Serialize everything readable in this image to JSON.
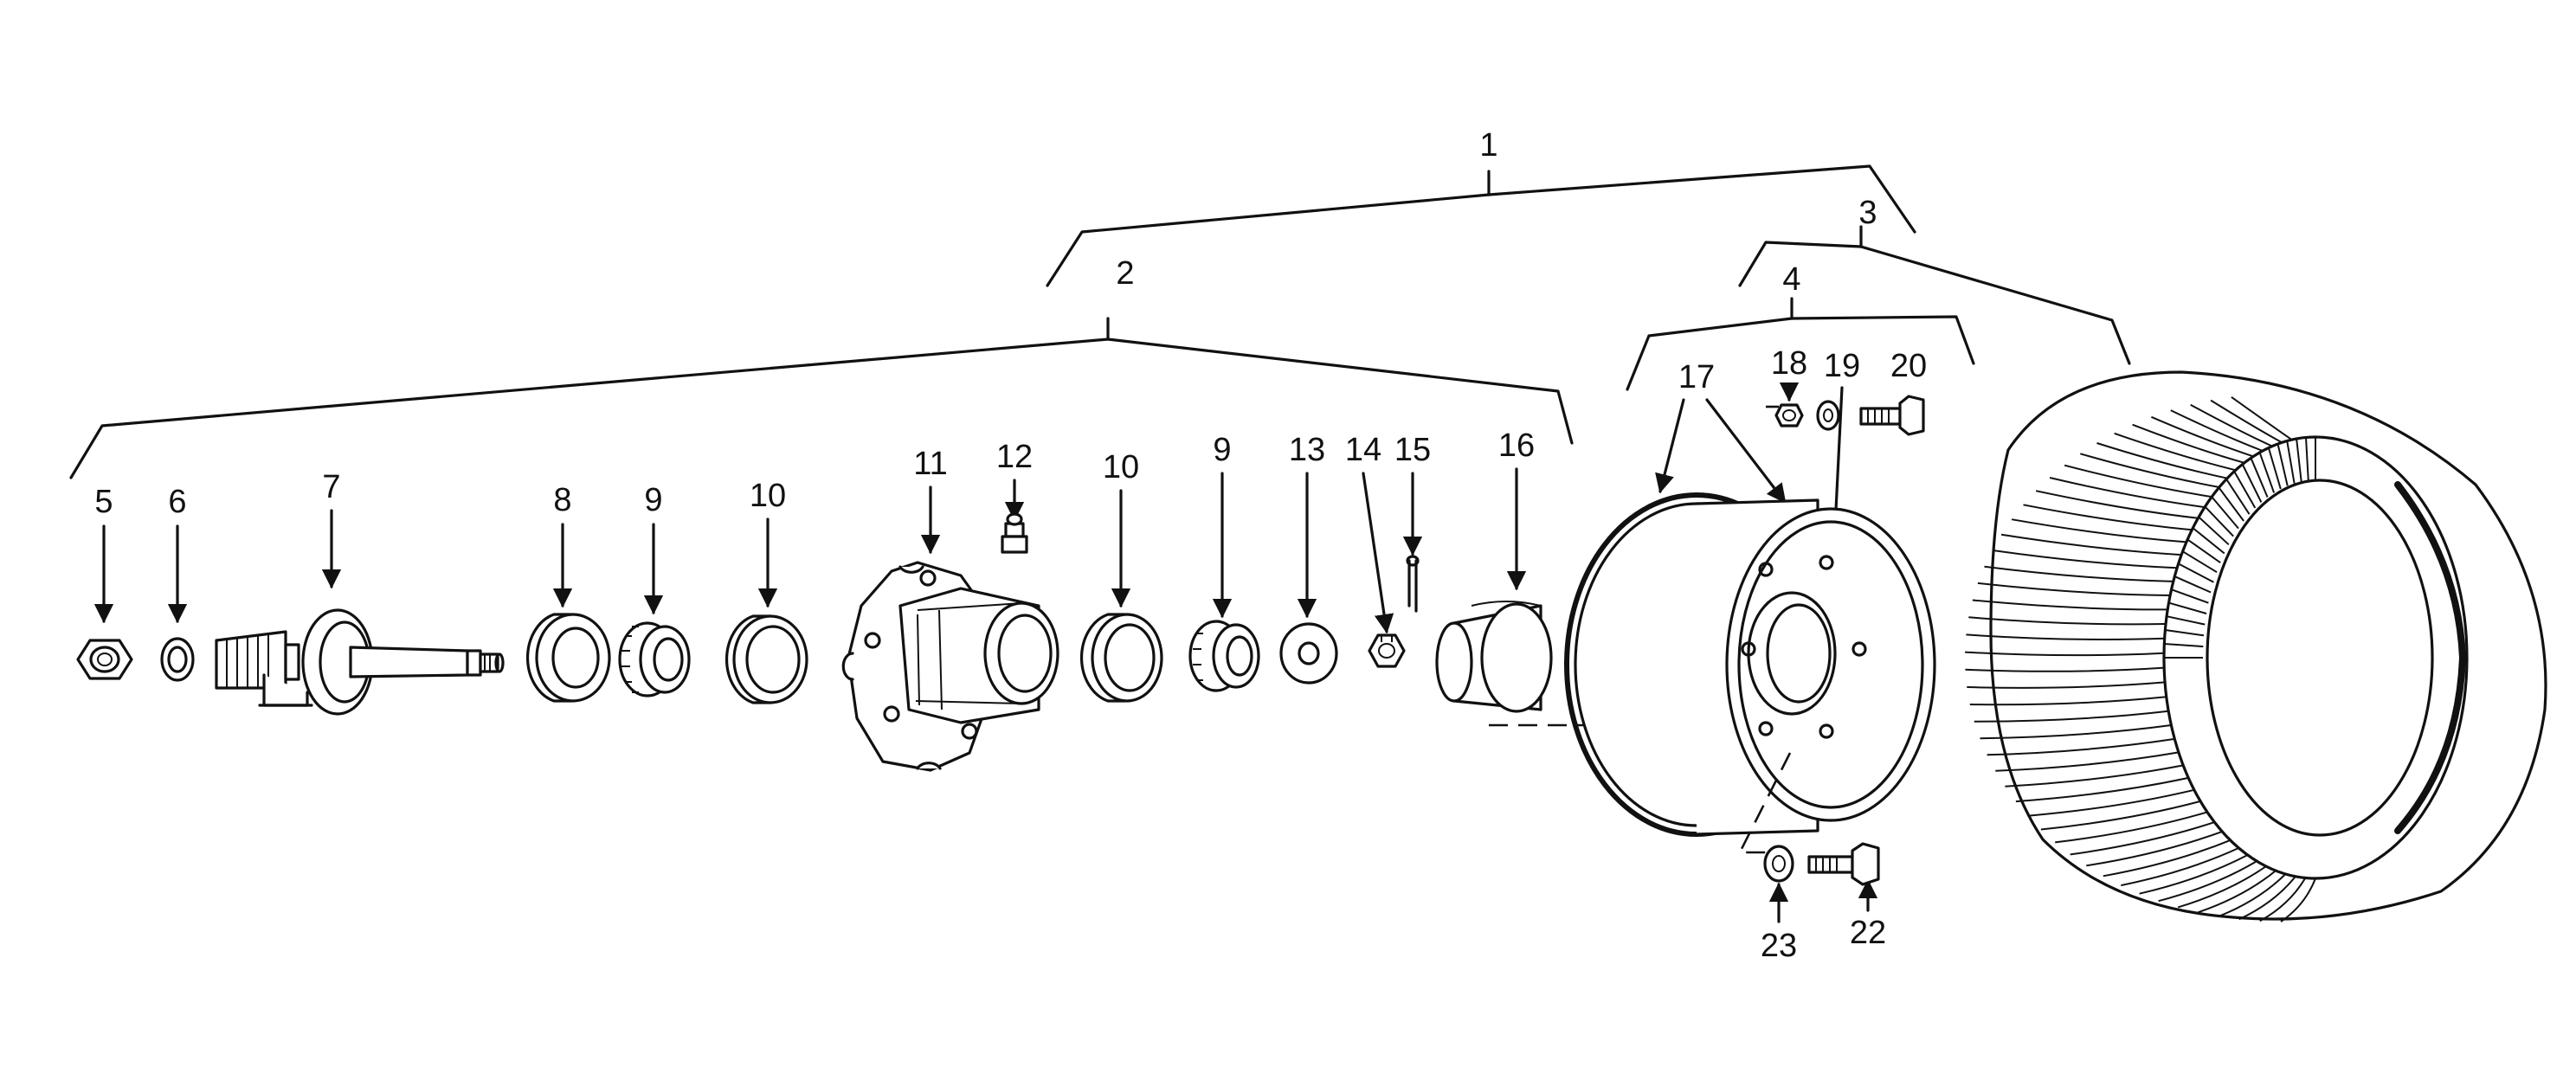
{
  "diagram": {
    "callouts": [
      {
        "id": "c1",
        "label": "1"
      },
      {
        "id": "c2",
        "label": "2"
      },
      {
        "id": "c3",
        "label": "3"
      },
      {
        "id": "c4",
        "label": "4"
      },
      {
        "id": "c5",
        "label": "5"
      },
      {
        "id": "c6",
        "label": "6"
      },
      {
        "id": "c7",
        "label": "7"
      },
      {
        "id": "c8",
        "label": "8"
      },
      {
        "id": "c9a",
        "label": "9"
      },
      {
        "id": "c10a",
        "label": "10"
      },
      {
        "id": "c11",
        "label": "11"
      },
      {
        "id": "c12",
        "label": "12"
      },
      {
        "id": "c10b",
        "label": "10"
      },
      {
        "id": "c9b",
        "label": "9"
      },
      {
        "id": "c13",
        "label": "13"
      },
      {
        "id": "c14",
        "label": "14"
      },
      {
        "id": "c15",
        "label": "15"
      },
      {
        "id": "c16",
        "label": "16"
      },
      {
        "id": "c17",
        "label": "17"
      },
      {
        "id": "c18",
        "label": "18"
      },
      {
        "id": "c19",
        "label": "19"
      },
      {
        "id": "c20",
        "label": "20"
      },
      {
        "id": "c22",
        "label": "22"
      },
      {
        "id": "c23",
        "label": "23"
      }
    ]
  }
}
